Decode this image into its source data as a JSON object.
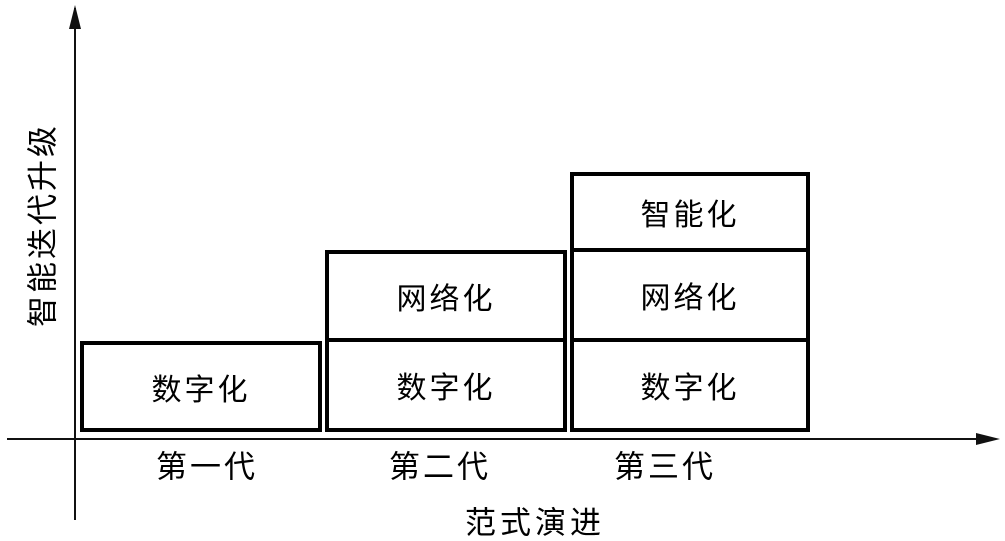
{
  "diagram": {
    "type": "staircase-generation-diagram",
    "axes": {
      "y_label": "智能迭代升级",
      "x_label": "范式演进"
    },
    "colors": {
      "stroke": "#000000",
      "background": "#ffffff"
    },
    "generations": [
      {
        "label": "第一代",
        "layers": [
          "数字化"
        ]
      },
      {
        "label": "第二代",
        "layers": [
          "网络化",
          "数字化"
        ]
      },
      {
        "label": "第三代",
        "layers": [
          "智能化",
          "网络化",
          "数字化"
        ]
      }
    ]
  }
}
